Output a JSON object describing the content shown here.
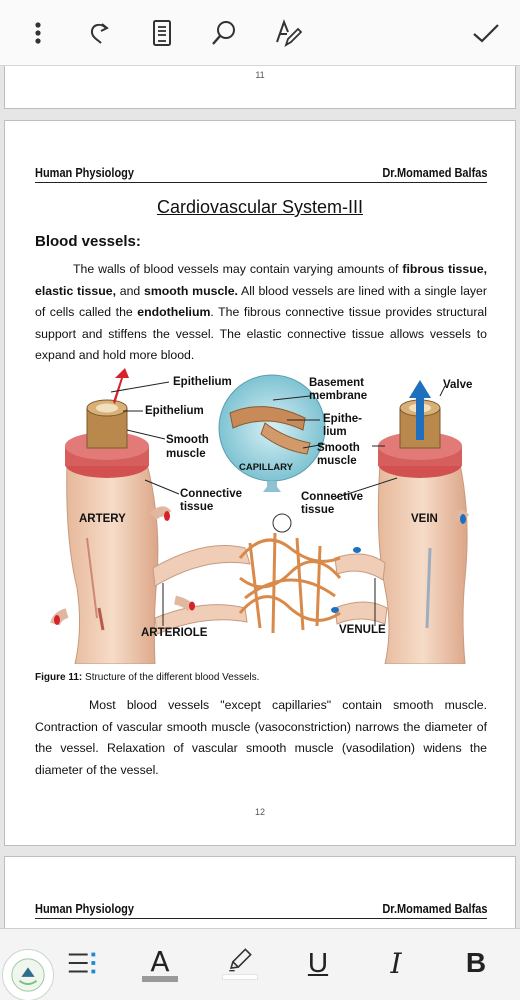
{
  "toolbar": {
    "icons": [
      "more-vertical-icon",
      "redo-icon",
      "page-view-icon",
      "search-icon",
      "text-edit-icon",
      "checkmark-icon"
    ]
  },
  "prev_page": {
    "number": "11"
  },
  "main_page": {
    "header_left": "Human Physiology",
    "header_right": "Dr.Momamed Balfas",
    "title": "Cardiovascular System-III",
    "section_title": "Blood vessels:",
    "para1": {
      "t1": "The walls of blood vessels may contain varying amounts of ",
      "b1": "fibrous tissue, elastic tissue,",
      "t2": " and ",
      "b2": "smooth muscle.",
      "t3": " All blood vessels are lined with a single layer of cells called the ",
      "b3": "endothelium",
      "t4": ". The fibrous connective tissue provides structural support and stiffens the vessel. The elastic connective tissue allows vessels to expand and hold more blood."
    },
    "figure_labels": {
      "epithelium_top": "Epithelium",
      "epithelium_left": "Epithelium",
      "smooth_muscle_left_1": "Smooth",
      "smooth_muscle_left_2": "muscle",
      "basement_1": "Basement",
      "basement_2": "membrane",
      "epithelium_right_1": "Epithe-",
      "epithelium_right_2": "lium",
      "smooth_muscle_right_1": "Smooth",
      "smooth_muscle_right_2": "muscle",
      "valve": "Valve",
      "capillary": "CAPILLARY",
      "connective_left_1": "Connective",
      "connective_left_2": "tissue",
      "connective_right_1": "Connective",
      "connective_right_2": "tissue",
      "artery": "ARTERY",
      "vein": "VEIN",
      "arteriole": "ARTERIOLE",
      "venule": "VENULE"
    },
    "caption_bold": "Figure 11:",
    "caption_text": " Structure of the different blood Vessels.",
    "para2": "Most blood vessels \"except capillaries\" contain smooth muscle. Contraction of vascular smooth muscle (vasoconstriction) narrows the diameter of the vessel. Relaxation of vascular smooth muscle (vasodilation) widens the diameter of the vessel.",
    "page_number": "12"
  },
  "next_page": {
    "header_left": "Human Physiology",
    "header_right": "Dr.Momamed Balfas"
  },
  "format_bar": {
    "font_color_label": "A",
    "underline_label": "U",
    "italic_label": "I",
    "bold_label": "B",
    "icons": [
      "app-logo-icon",
      "list-format-icon",
      "font-color-icon",
      "highlighter-icon",
      "underline-icon",
      "italic-icon",
      "bold-icon"
    ]
  }
}
